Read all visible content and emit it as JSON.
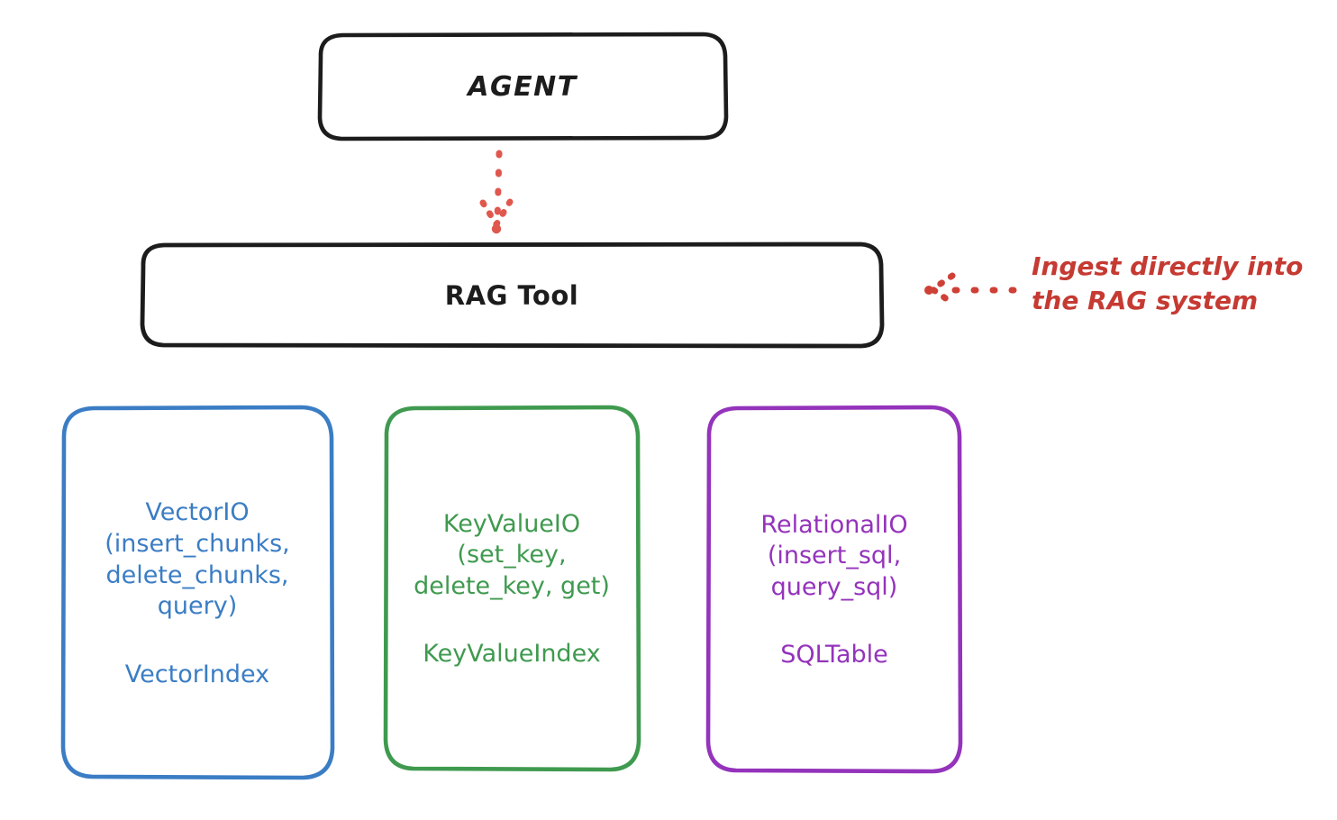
{
  "diagram": {
    "background": "#ffffff",
    "nodes": {
      "agent": {
        "label": "AGENT",
        "stroke": "#1c1c1c"
      },
      "rag_tool": {
        "label": "RAG Tool",
        "stroke": "#1c1c1c"
      },
      "vector_io": {
        "api": "VectorIO\n(insert_chunks,\ndelete_chunks,\nquery)",
        "index": "VectorIndex",
        "stroke": "#3b7dc4"
      },
      "key_value_io": {
        "api": "KeyValueIO\n(set_key,\ndelete_key, get)",
        "index": "KeyValueIndex",
        "stroke": "#3f9a4f"
      },
      "relational_io": {
        "api": "RelationalIO\n(insert_sql,\nquery_sql)",
        "index": "SQLTable",
        "stroke": "#9433bb"
      }
    },
    "annotations": {
      "ingest_note": {
        "text": "Ingest directly into\nthe RAG system",
        "color": "#c53a32"
      }
    },
    "connectors": {
      "agent_to_rag": {
        "style": "dotted",
        "color": "#e0574e",
        "direction": "down"
      },
      "note_to_rag": {
        "style": "dotted",
        "color": "#cf4037",
        "direction": "left"
      }
    }
  }
}
